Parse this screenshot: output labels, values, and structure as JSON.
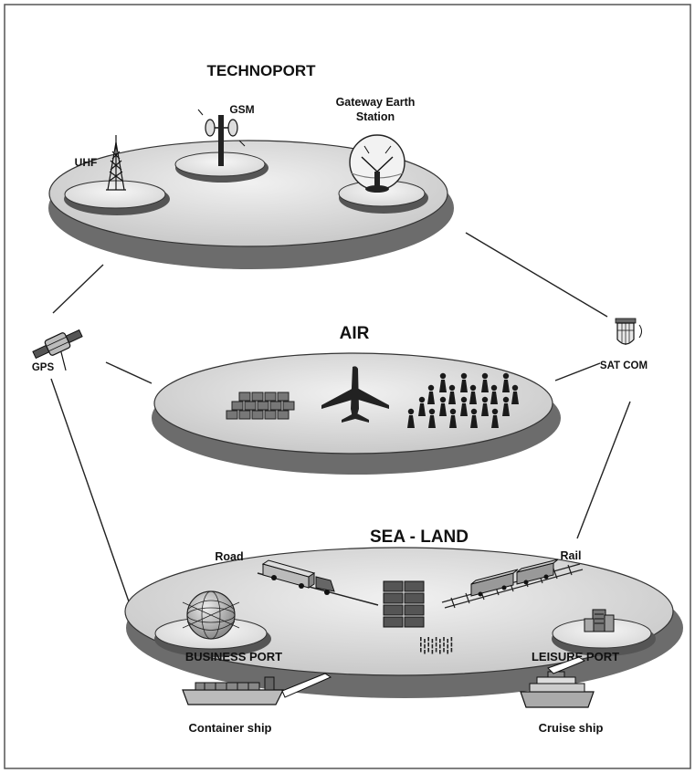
{
  "diagram": {
    "platforms": {
      "technoport": "TECHNOPORT",
      "air": "AIR",
      "sea_land": "SEA - LAND"
    },
    "technoport_items": {
      "uhf": "UHF",
      "gsm": "GSM",
      "gateway_line1": "Gateway Earth",
      "gateway_line2": "Station"
    },
    "links": {
      "gps": "GPS",
      "satcom": "SAT COM"
    },
    "sea_land_items": {
      "road": "Road",
      "rail": "Rail",
      "business_port": "BUSINESS PORT",
      "leisure_port": "LEISURE PORT",
      "container_ship": "Container ship",
      "cruise_ship": "Cruise ship"
    }
  }
}
